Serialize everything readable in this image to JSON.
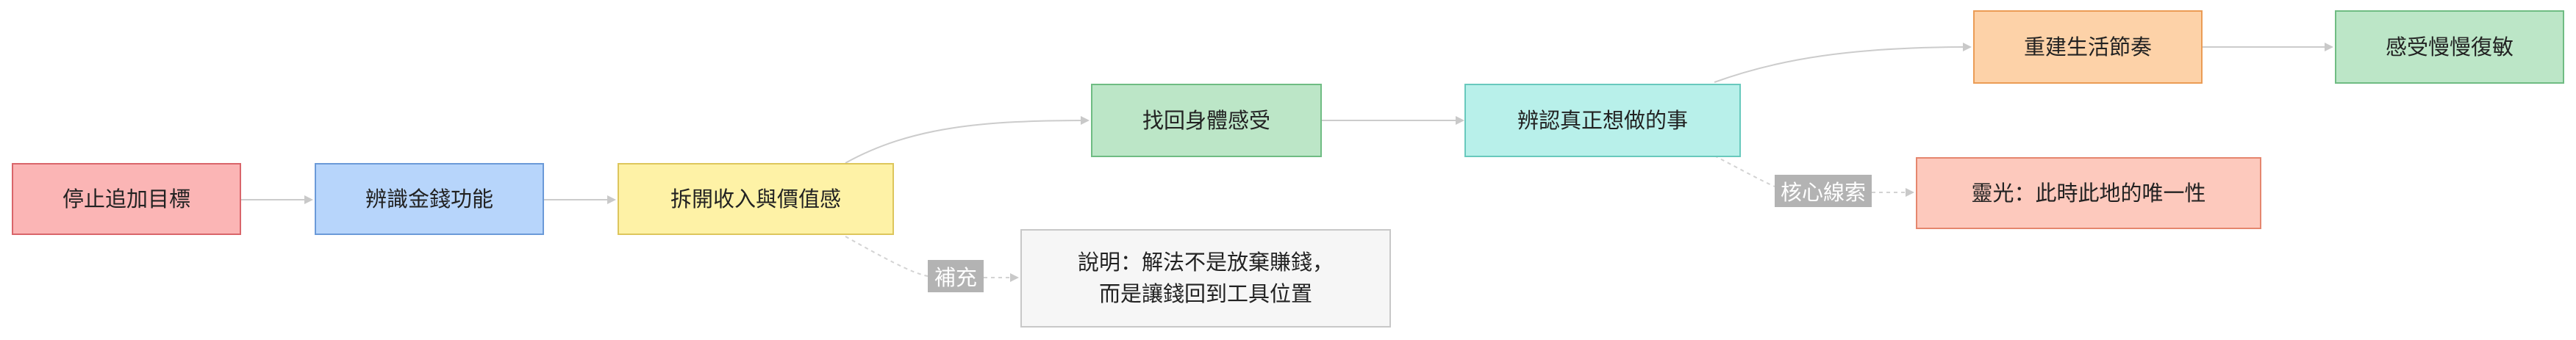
{
  "nodes": {
    "stop": "停止追加目標",
    "identify": "辨識金錢功能",
    "separate": "拆開收入與價值感",
    "recover": "找回身體感受",
    "discern": "辨認真正想做的事",
    "rebuild": "重建生活節奏",
    "sensitivity": "感受慢慢復敏",
    "inspiration": "靈光：此時此地的唯一性",
    "note": "說明：解法不是放棄賺錢，\n而是讓錢回到工具位置"
  },
  "edge_labels": {
    "supplement": "補充",
    "core_thread": "核心線索"
  },
  "colors": {
    "edge": "#cccccc",
    "dashed_edge": "#d3d3d3"
  }
}
